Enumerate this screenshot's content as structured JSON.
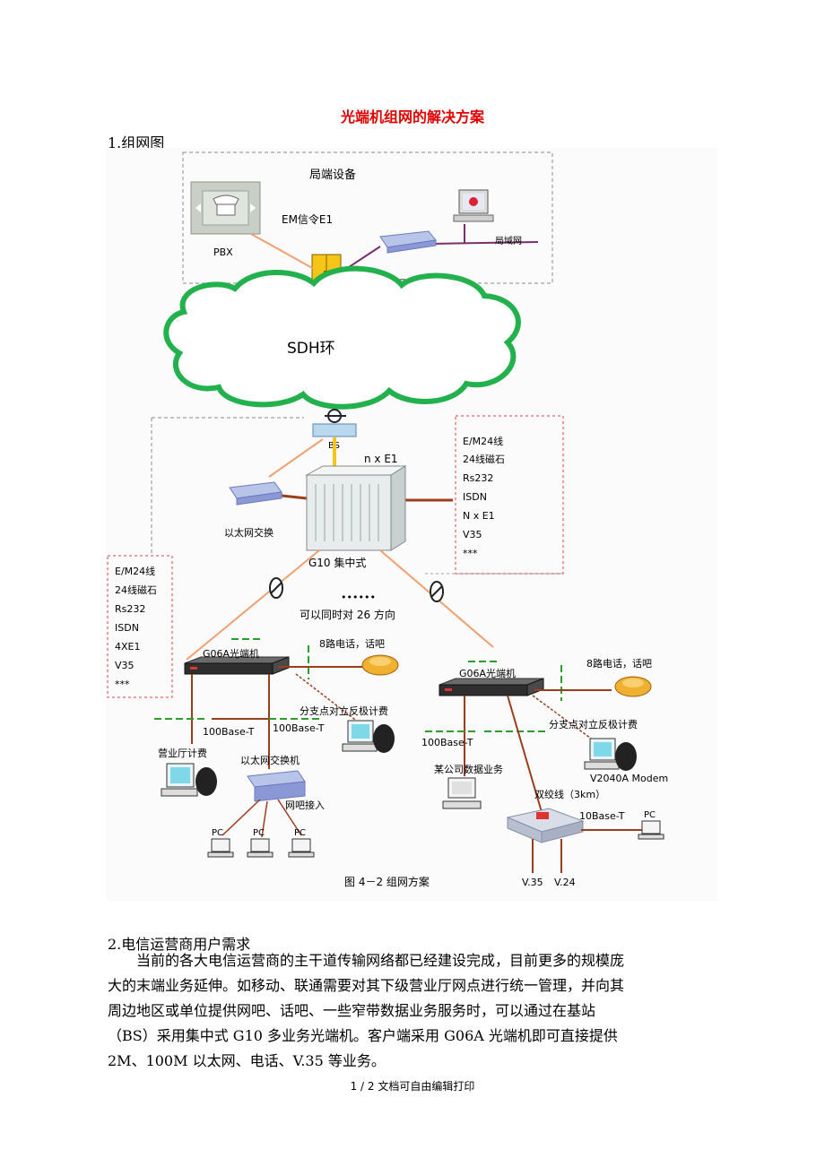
{
  "document": {
    "title": "光端机组网的解决方案",
    "section1_heading": "1.组网图",
    "section2_heading": "2.电信运营商用户需求",
    "paragraph_lines": [
      "　　当前的各大电信运营商的主干道传输网络都已经建设完成，目前更多的规模庞",
      "大的末端业务延伸。如移动、联通需要对其下级营业厅网点进行统一管理，并向其",
      "周边地区或单位提供网吧、话吧、一些窄带数据业务服务时，可以通过在基站",
      "（BS）采用集中式 G10 多业务光端机。客户端采用 G06A 光端机即可直接提供",
      "2M、100M 以太网、电话、V.35 等业务。"
    ],
    "footer": "1 / 2 文档可自由编辑打印"
  },
  "diagram": {
    "office_box_label": "局端设备",
    "pbx_label": "PBX",
    "em_signal_label": "EM信令E1",
    "lan_label": "局域网",
    "eth_switch_top_label": "以太网交换",
    "cloud_label": "SDH环",
    "bs_label": "BS",
    "nxe1_label": "n x E1",
    "right_list": [
      "E/M24线",
      "24线磁石",
      "Rs232",
      "ISDN",
      "N x E1",
      "V35",
      "***"
    ],
    "left_list": [
      "E/M24线",
      "24线磁石",
      "Rs232",
      "ISDN",
      "4XE1",
      "V35",
      "***"
    ],
    "eth_switch_mid_label": "以太网交换",
    "g10_label": "G10 集中式",
    "dots_label": "••••••",
    "directions_label": "可以同时对 26 方向",
    "g06a_left_label": "G06A光端机",
    "g06a_right_label": "G06A光端机",
    "phone_left_label": "8路电话，话吧",
    "phone_right_label": "8路电话，话吧",
    "billing_left_label": "分支点对立反极计费",
    "billing_right_label": "分支点对立反极计费",
    "base_t_left_a": "100Base-T",
    "base_t_left_b": "100Base-T",
    "base_t_right": "100Base-T",
    "hall_billing_label": "营业厅计费",
    "eth_switch_bottom_label": "以太网交换机",
    "netbar_label": "网吧接入",
    "pc_labels": [
      "PC",
      "PC",
      "PC"
    ],
    "company_data_label": "某公司数据业务",
    "modem_label": "V2040A Modem",
    "twisted_pair_label": "双绞线（3km）",
    "base_10_label": "10Base-T",
    "pc_right_label": "PC",
    "v35_label": "V.35",
    "v24_label": "V.24",
    "caption": "图 4－2  组网方案"
  },
  "colors": {
    "title": "#e00000",
    "cloud_stroke": "#22b14c",
    "fiber_orange": "#f0a070",
    "purple_lan": "#7a2e6e",
    "brown_line": "#9c3d1e",
    "green_dash": "#2aa02a",
    "box_dash": "#a0a0a0"
  }
}
